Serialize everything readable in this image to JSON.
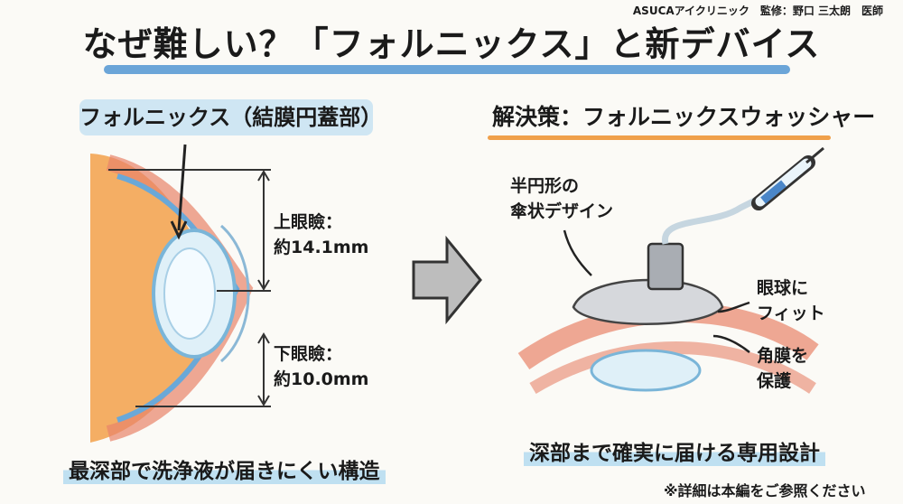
{
  "credit": "ASUCAアイクリニック　監修：野口 三太朗　医師",
  "title": "なぜ難しい？「フォルニックス」と新デバイス",
  "left_panel": {
    "heading": "フォルニックス（結膜円蓋部）",
    "upper_label": "上眼瞼：\n約14.1mm",
    "lower_label": "下眼瞼：\n約10.0mm",
    "caption": "最深部で洗浄液が届きにくい構造"
  },
  "right_panel": {
    "heading": "解決策：フォルニックスウォッシャー",
    "design_label": "半円形の\n傘状デザイン",
    "fit_label": "眼球に\nフィット",
    "protect_label": "角膜を\n保護",
    "caption": "深部まで確実に届ける専用設計"
  },
  "note": "※詳細は本編をご参照ください",
  "colors": {
    "accent_blue": "#5b9bd5",
    "accent_orange": "#f0a04b",
    "highlight": "#bfe0f1"
  }
}
